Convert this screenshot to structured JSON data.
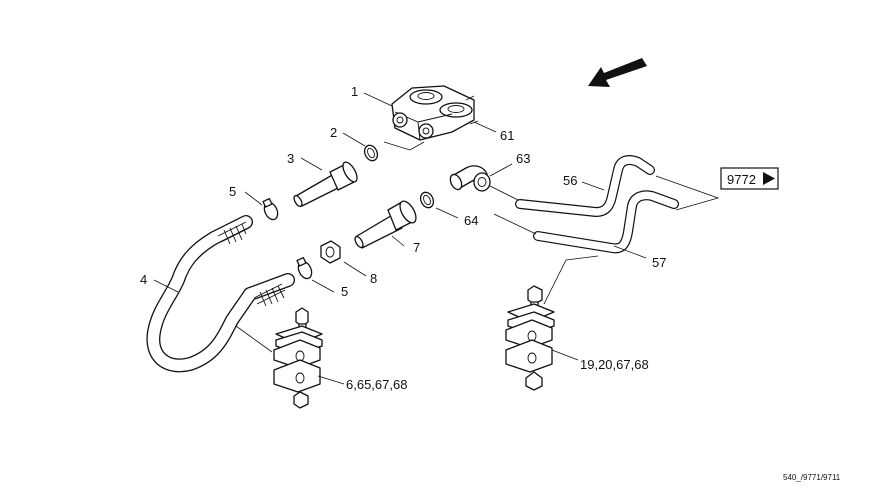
{
  "labels": {
    "l1": "1",
    "l2": "2",
    "l3": "3",
    "l4": "4",
    "l5a": "5",
    "l5b": "5",
    "l7": "7",
    "l8": "8",
    "l56": "56",
    "l57": "57",
    "l61": "61",
    "l63": "63",
    "l64": "64",
    "lclampL": "6,65,67,68",
    "lclampR": "19,20,67,68"
  },
  "reference": {
    "label": "9772"
  },
  "doc_code": "540_/9771/9711",
  "icons": {
    "direction_arrow": "direction-arrow-icon",
    "reference_arrow": "play-triangle-icon"
  }
}
